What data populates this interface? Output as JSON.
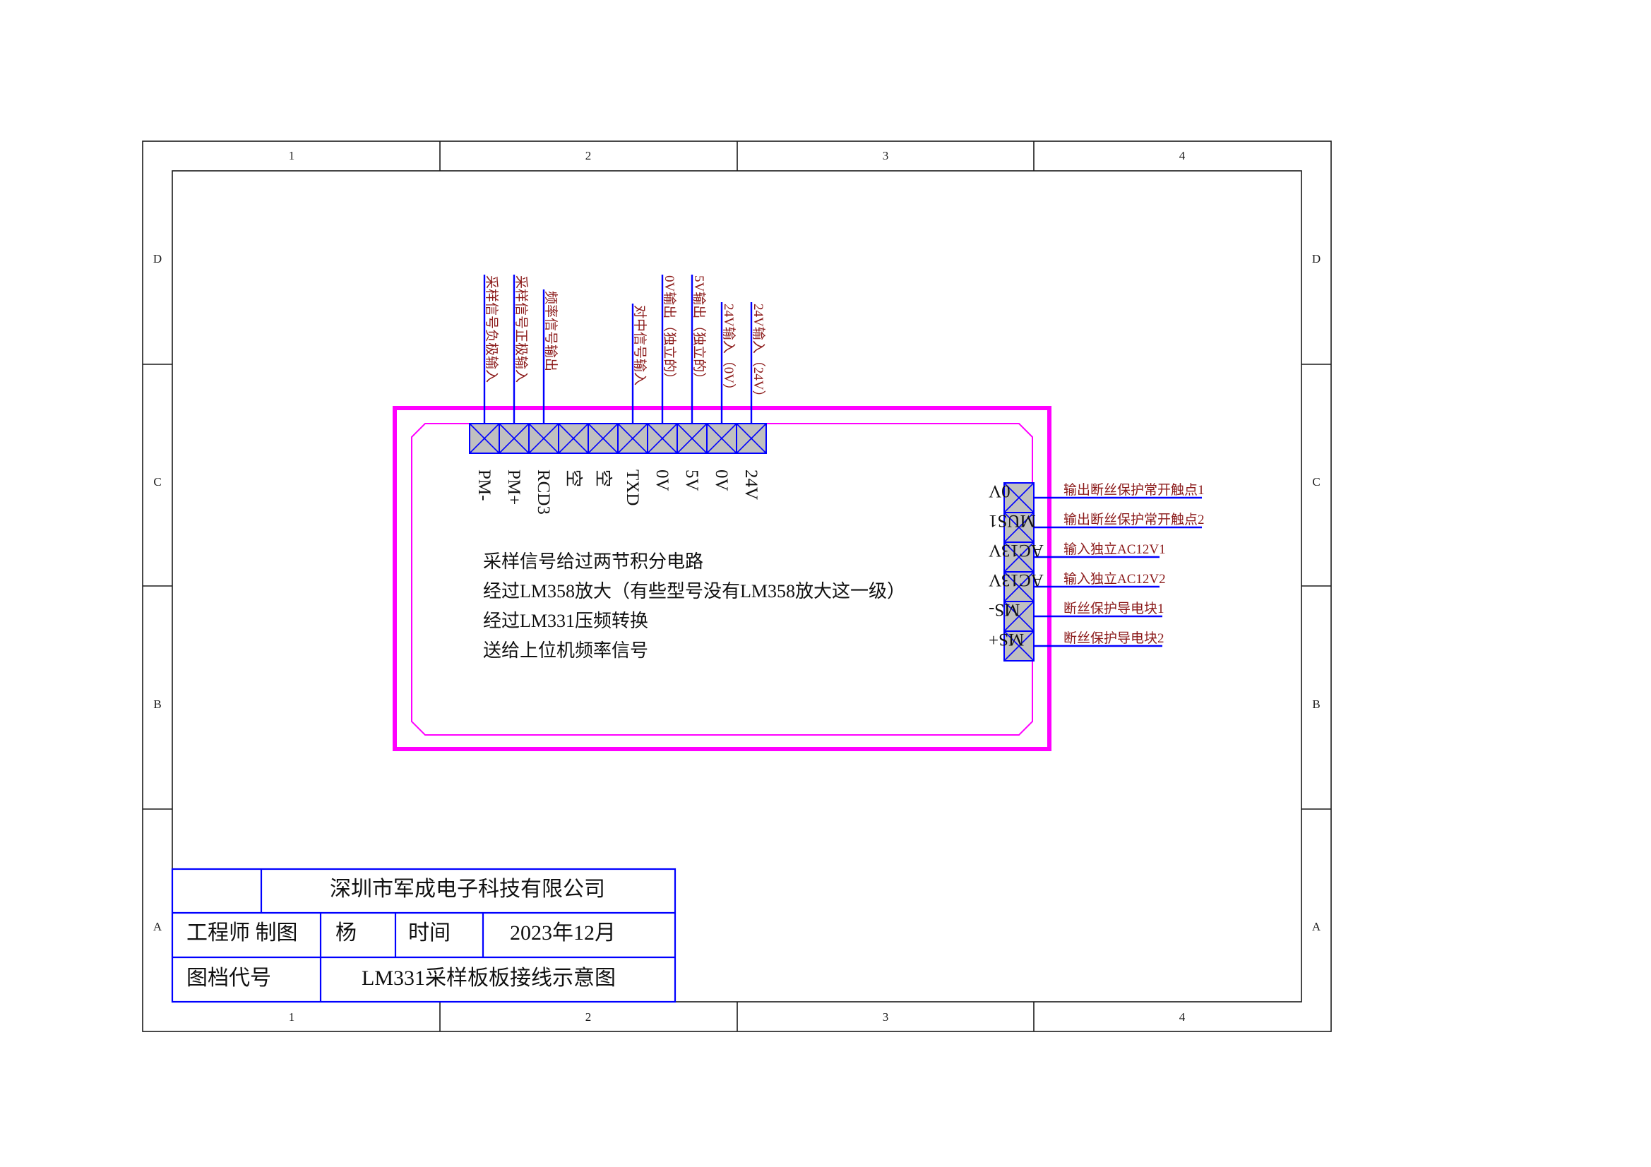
{
  "frame": {
    "col_labels": [
      "1",
      "2",
      "3",
      "4"
    ],
    "row_labels": [
      "D",
      "C",
      "B",
      "A"
    ]
  },
  "colors": {
    "board_outline": "#ff00ff",
    "pin_fill": "#c0c0c0",
    "pin_stroke": "#0000ff",
    "signal_label": "#8b1a1a",
    "text": "#111111"
  },
  "top_connector": {
    "pins": [
      {
        "pin": "PM-",
        "signal": "采样信号负极输入"
      },
      {
        "pin": "PM+",
        "signal": "采样信号正极输入"
      },
      {
        "pin": "RCD3",
        "signal": "频率信号输出"
      },
      {
        "pin": "空",
        "signal": ""
      },
      {
        "pin": "空",
        "signal": ""
      },
      {
        "pin": "TXD",
        "signal": "对中信号输入"
      },
      {
        "pin": "0V",
        "signal": "0V输出（独立的）"
      },
      {
        "pin": "5V",
        "signal": "5V输出（独立的）"
      },
      {
        "pin": "0V",
        "signal": "24V输入（0V）"
      },
      {
        "pin": "24V",
        "signal": "24V输入（24V）"
      }
    ]
  },
  "right_connector": {
    "pins": [
      {
        "pin": "0V",
        "signal": "输出断丝保护常开触点1"
      },
      {
        "pin": "MUS1",
        "signal": "输出断丝保护常开触点2"
      },
      {
        "pin": "AC13V",
        "signal": "输入独立AC12V1"
      },
      {
        "pin": "AC13V",
        "signal": "输入独立AC12V2"
      },
      {
        "pin": "MS-",
        "signal": "断丝保护导电块1"
      },
      {
        "pin": "MS+",
        "signal": "断丝保护导电块2"
      }
    ]
  },
  "notes": [
    "采样信号给过两节积分电路",
    "经过LM358放大（有些型号没有LM358放大这一级）",
    "经过LM331压频转换",
    "送给上位机频率信号"
  ],
  "title_block": {
    "company": "深圳市军成电子科技有限公司",
    "engineer_label": "工程师 制图",
    "engineer_name": "杨",
    "time_label": "时间",
    "time_value": "2023年12月",
    "doc_code_label": "图档代号",
    "doc_title": "LM331采样板板接线示意图"
  }
}
